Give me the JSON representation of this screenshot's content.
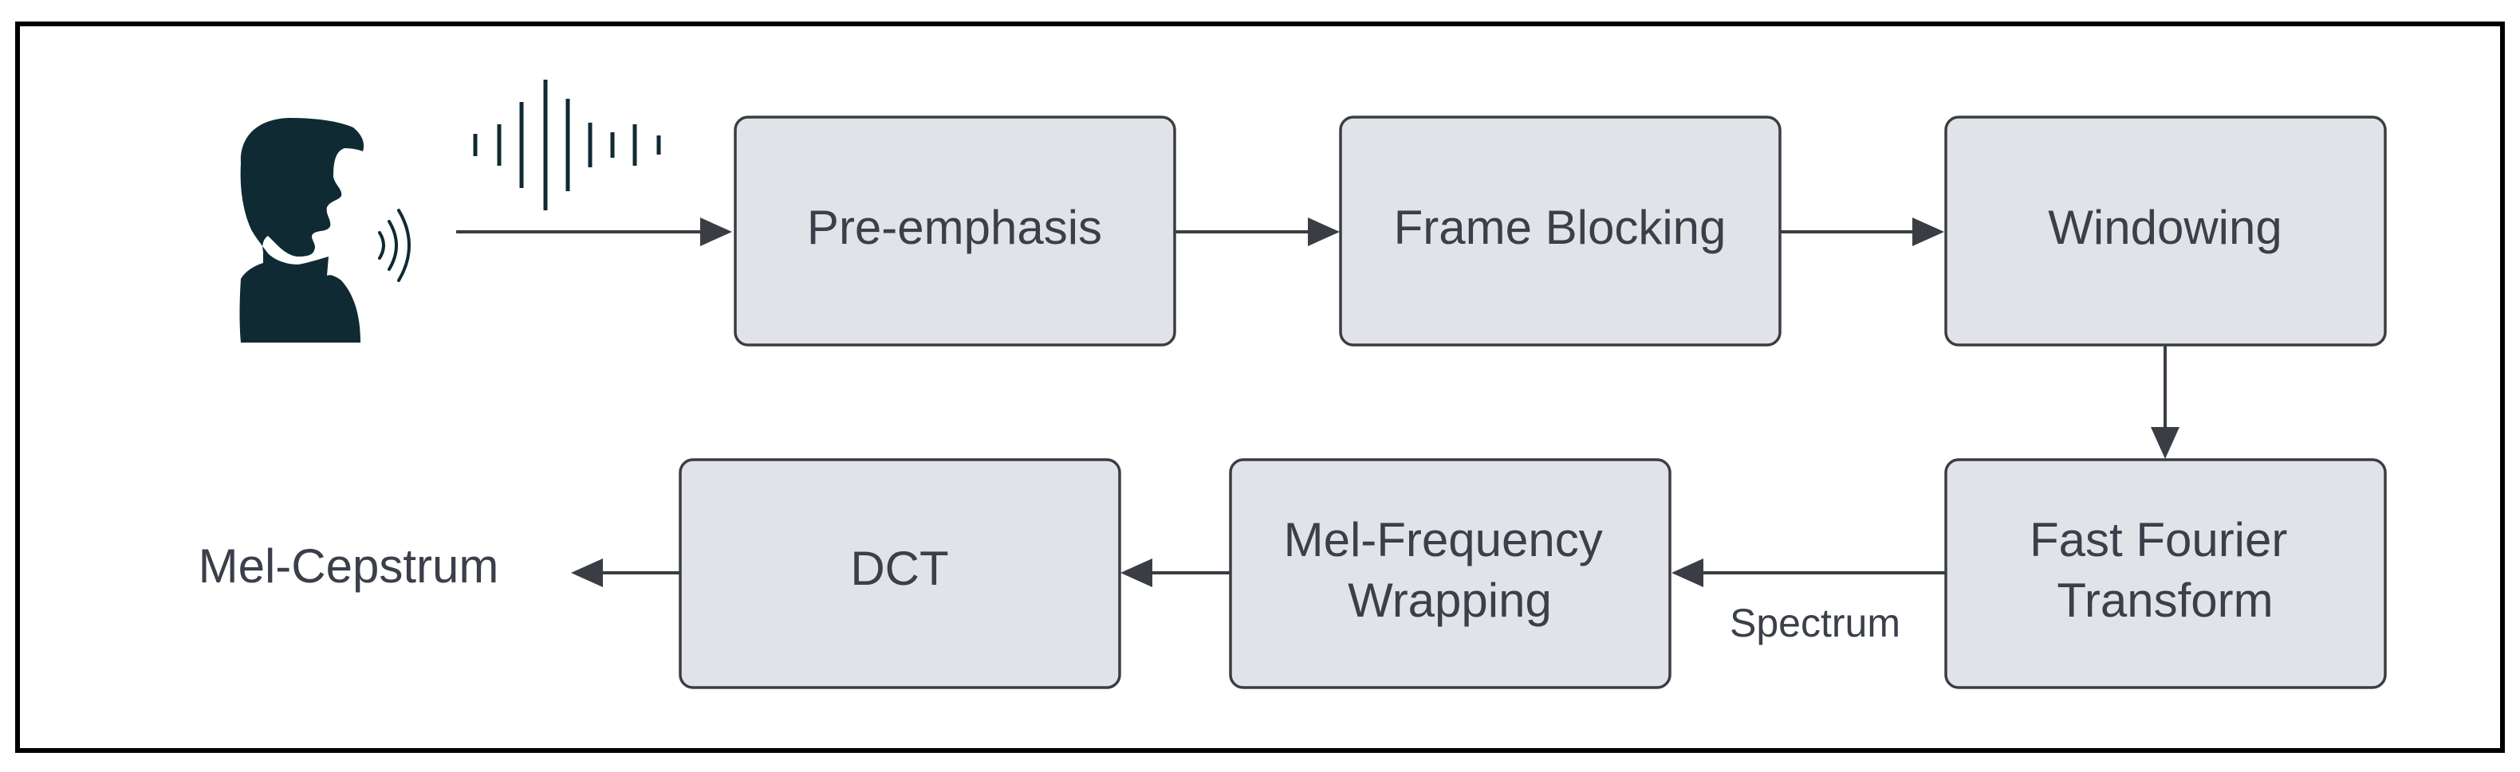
{
  "nodes": {
    "pre_emphasis": {
      "lines": [
        "Pre-emphasis"
      ]
    },
    "frame_blocking": {
      "lines": [
        "Frame Blocking"
      ]
    },
    "windowing": {
      "lines": [
        "Windowing"
      ]
    },
    "fft": {
      "lines": [
        "Fast Fourier",
        "Transform"
      ]
    },
    "mel_wrapping": {
      "lines": [
        "Mel-Frequency",
        "Wrapping"
      ]
    },
    "dct": {
      "lines": [
        "DCT"
      ]
    }
  },
  "edge_labels": {
    "spectrum": "Spectrum"
  },
  "output": {
    "label": "Mel-Cepstrum"
  },
  "icons": {
    "speaker": "speaking-person-icon",
    "waveform": "sound-wave-icon"
  },
  "colors": {
    "box_fill": "#e1e3e8",
    "box_stroke": "#3a3d44",
    "text": "#3b3f4a",
    "icon": "#102a33"
  }
}
